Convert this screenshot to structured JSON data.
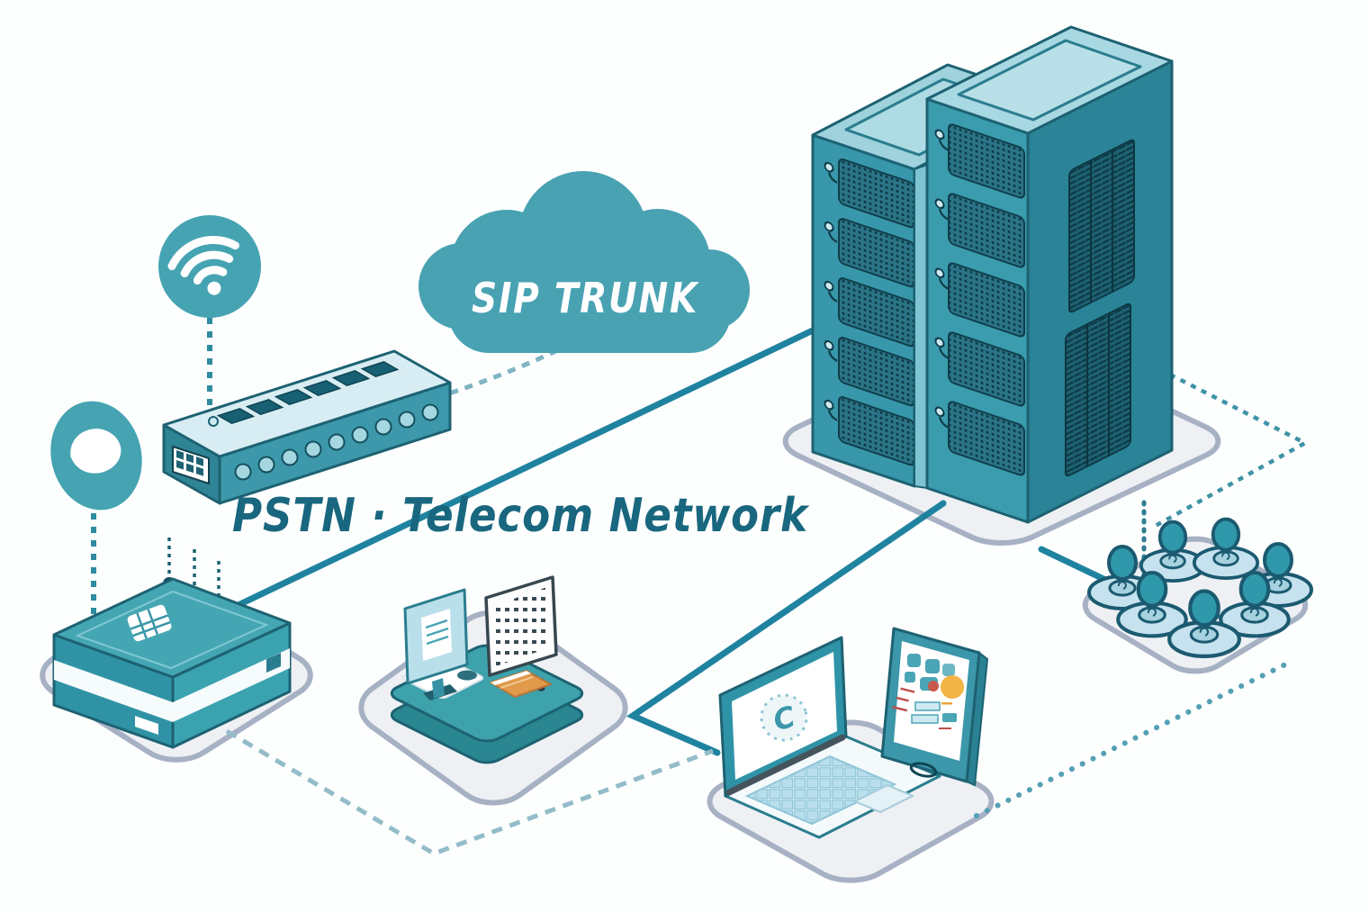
{
  "labels": {
    "cloud": "SIP TRUNK",
    "network": "PSTN · Telecom Network",
    "laptop_logo": "C"
  },
  "colors": {
    "teal": "#42a1b1",
    "teal-dark": "#1d6272",
    "line": "#1f83a0",
    "text": "#19677f",
    "platform-fill": "#eef0f4",
    "platform-stroke": "#a7b1c4",
    "orange": "#e09a4a",
    "yellow": "#f2b445",
    "red": "#c0504d"
  },
  "nodes": {
    "wifi_badge": "wifi-signal-icon",
    "handset_badge": "phone-handset-icon",
    "switch": "network-switch",
    "pbx": "pbx-gateway",
    "cloud": "sip-trunk-cloud",
    "servers": "server-racks",
    "desk": "workstation-desk",
    "laptop": "laptop",
    "tablet": "tablet",
    "people": "conference-group"
  }
}
